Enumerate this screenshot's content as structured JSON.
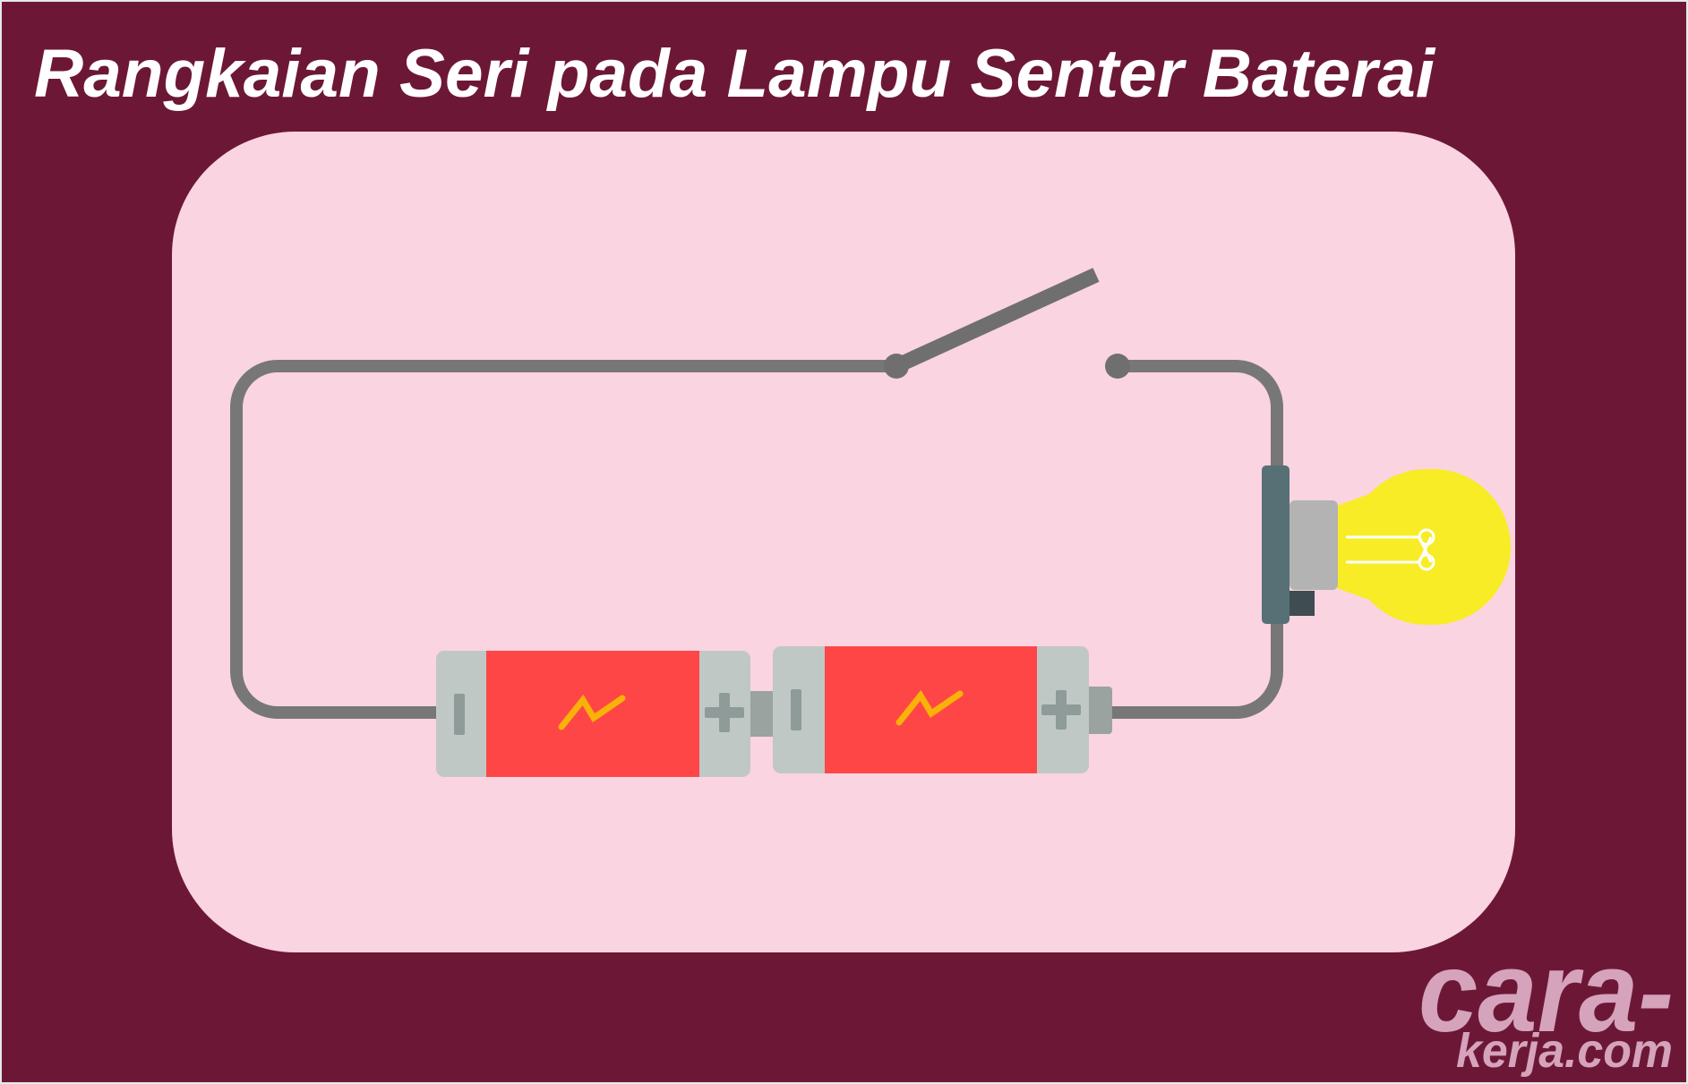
{
  "title": "Rangkaian Seri pada Lampu Senter Baterai",
  "watermark": {
    "line1": "cara-",
    "line2": "kerja.com"
  },
  "colors": {
    "background": "#6D1736",
    "panel": "#FAD4E0",
    "wire": "#777777",
    "battery_body": "#FF4646",
    "battery_cap": "#BFC8C5",
    "bolt": "#F9B208",
    "bulb": "#F8EC26",
    "socket": "#577075",
    "title": "#FFFFFF",
    "watermark": "#D5A3BB"
  }
}
